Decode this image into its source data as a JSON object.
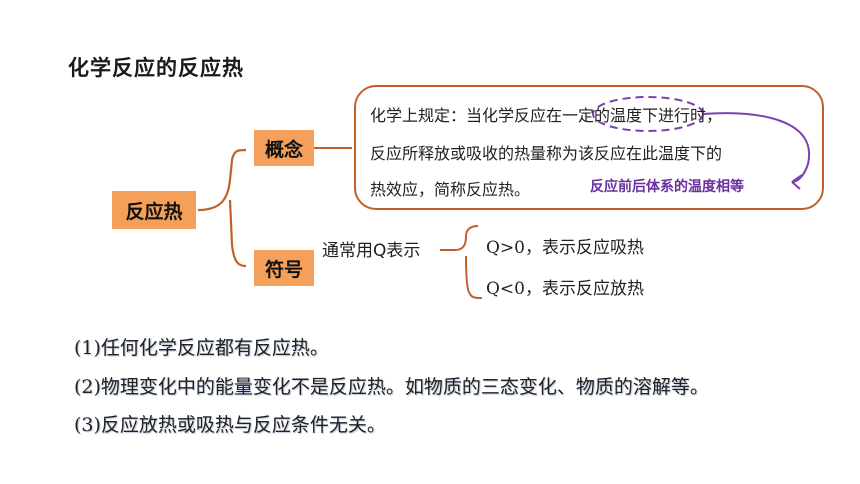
{
  "title": "化学反应的反应热",
  "tree": {
    "root": "反应热",
    "concept_label": "概念",
    "symbol_label": "符号"
  },
  "definition": {
    "line1": "化学上规定：当化学反应在一定的温度下进行时，",
    "line2": "反应所释放或吸收的热量称为该反应在此温度下的",
    "line3": "热效应，简称反应热。",
    "note": "反应前后体系的温度相等"
  },
  "symbol": {
    "text": "通常用Q表示",
    "positive": "Q>0，表示反应吸热",
    "negative": "Q<0，表示反应放热"
  },
  "points": [
    "(1)任何化学反应都有反应热。",
    "(2)物理变化中的能量变化不是反应热。如物质的三态变化、物质的溶解等。",
    "(3)反应放热或吸热与反应条件无关。"
  ],
  "colors": {
    "tag_fill": "#f4a05a",
    "bracket": "#c0612b",
    "note": "#6a2fa0",
    "highlight_dash": "#7a3fb0"
  }
}
